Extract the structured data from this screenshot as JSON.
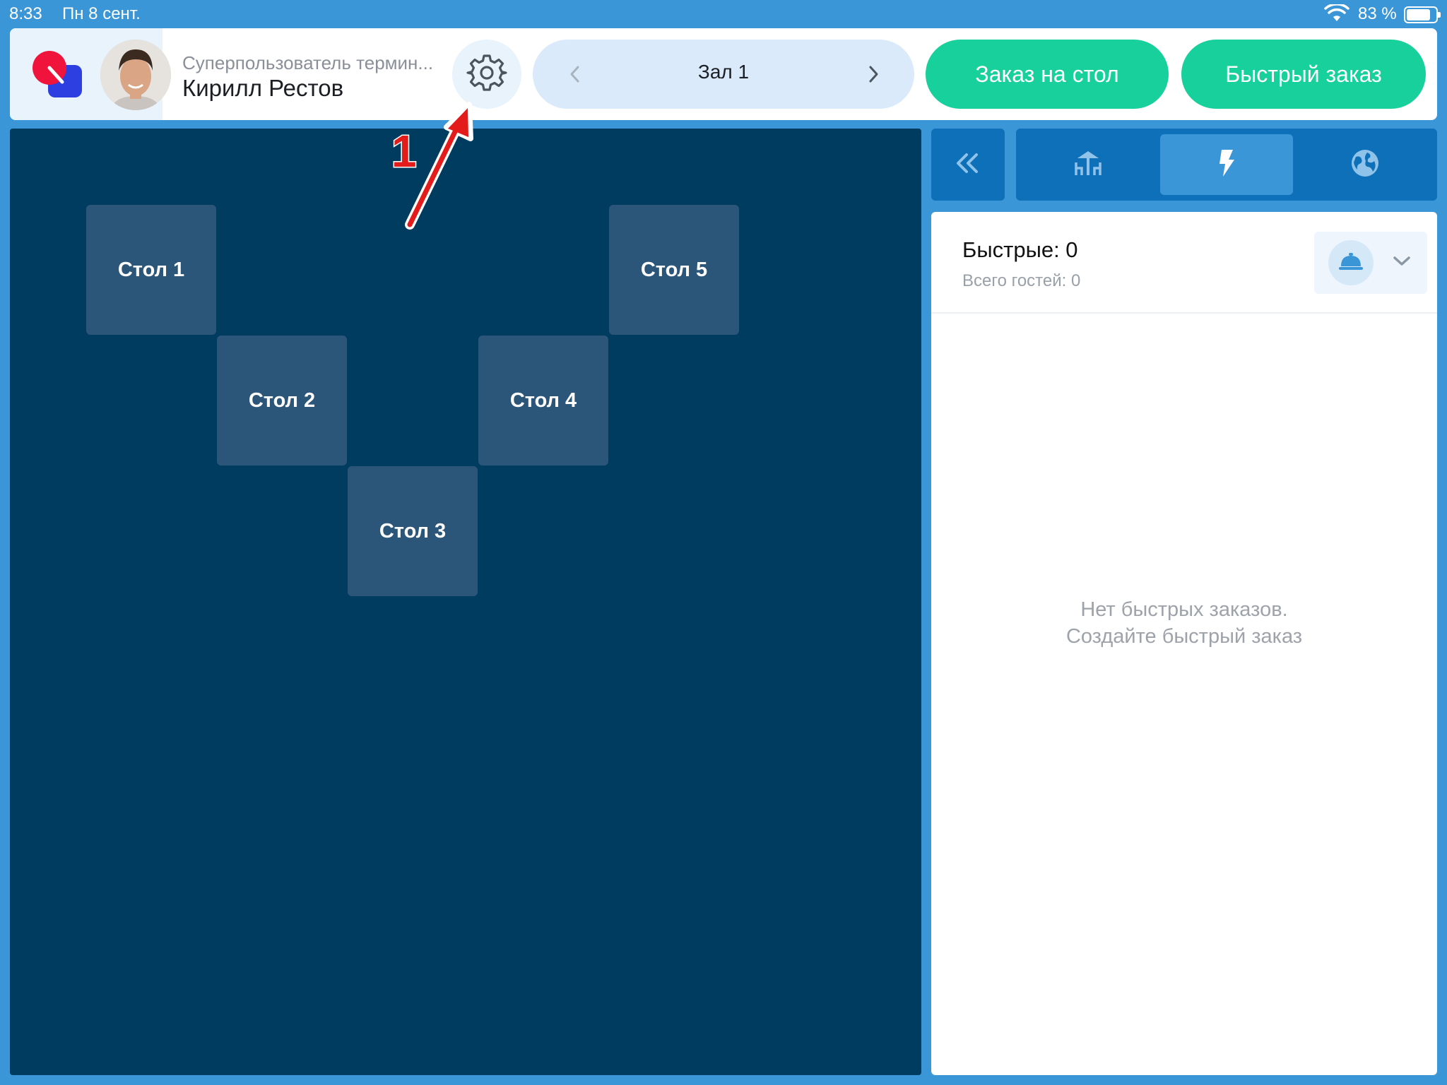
{
  "status_bar": {
    "time": "8:33",
    "date": "Пн 8 сент.",
    "battery_percent": "83 %",
    "battery_level": 0.83
  },
  "header": {
    "user_role": "Суперпользователь термин...",
    "user_name": "Кирилл Рестов",
    "hall_name": "Зал 1",
    "table_order_label": "Заказ на стол",
    "quick_order_label": "Быстрый заказ"
  },
  "annotation": {
    "number": "1",
    "color": "#e31b1b"
  },
  "floor_plan": {
    "tables": [
      {
        "label": "Стол 1"
      },
      {
        "label": "Стол 2"
      },
      {
        "label": "Стол 3"
      },
      {
        "label": "Стол 4"
      },
      {
        "label": "Стол 5"
      }
    ]
  },
  "right_panel": {
    "tabs": [
      {
        "icon": "tables-icon",
        "active": false
      },
      {
        "icon": "lightning-icon",
        "active": true
      },
      {
        "icon": "globe-icon",
        "active": false
      }
    ],
    "orders_title": "Быстрые: 0",
    "guests_total": "Всего гостей: 0",
    "empty_line1": "Нет быстрых заказов.",
    "empty_line2": "Создайте быстрый заказ"
  },
  "colors": {
    "accent_blue": "#3a96d6",
    "floor_bg": "#003b60",
    "table_tile": "#2c5679",
    "green_button": "#17d09b",
    "tab_bar": "#0e70b8"
  }
}
